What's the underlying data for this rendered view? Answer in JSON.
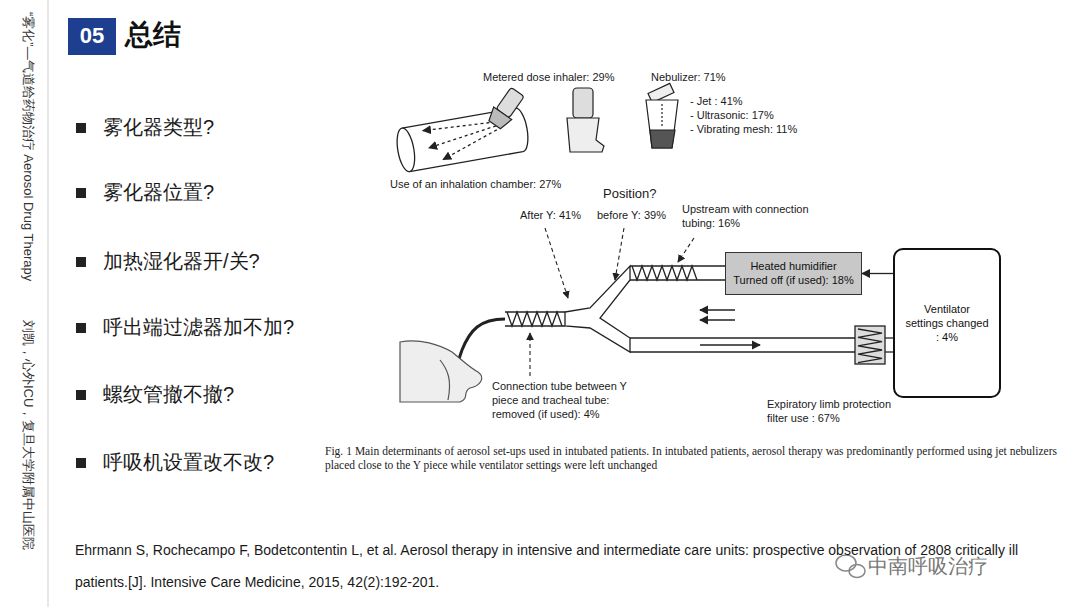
{
  "diagram": {
    "title": "总结",
    "caption": "Fig. 1 Main determinants of aerosol set-ups used in intubated patients. In intubated patients, aerosol therapy was predominantly performed using jet nebulizers placed close to the Y piece while ventilator settings were left unchanged",
    "nodes": [
      {
        "text": [
          "05"
        ]
      },
      {
        "text": [
          "Heated humidifier",
          "Turned off (if used): 18%"
        ]
      },
      {
        "text": [
          "Ventilator settings changed : 4%"
        ]
      }
    ],
    "edges": [
      {
        "from": 2,
        "to": 1,
        "arrow": "to"
      }
    ],
    "labels": [
      "“雾化”—气道给药物治疗 Aerosol Drug Therapy",
      "刘凯，心外ICU，复旦大学附属中山医院",
      "雾化器类型?",
      "雾化器位置?",
      "加热湿化器开/关?",
      "呼出端过滤器加不加?",
      "螺纹管撤不撤?",
      "呼吸机设置改不改?",
      "Metered dose inhaler: 29%",
      "Nebulizer: 71%",
      "- Jet : 41%",
      "- Ultrasonic: 17%",
      "- Vibrating mesh: 11%",
      "Use of an inhalation chamber: 27%",
      "Position?",
      "After Y: 41%",
      "before Y: 39%",
      "Upstream with connection tubing: 16%",
      "Connection tube between Y piece and tracheal tube: removed (if used): 4%",
      "Expiratory limb protection filter use : 67%",
      "Ehrmann S, Rochecampo F, Bodetcontentin L, et al. Aerosol therapy in intensive and intermediate care units: prospective observation of 2808 critically ill patients.[J]. Intensive Care Medicine, 2015, 42(2):192-201.",
      "中南呼吸治疗"
    ]
  }
}
